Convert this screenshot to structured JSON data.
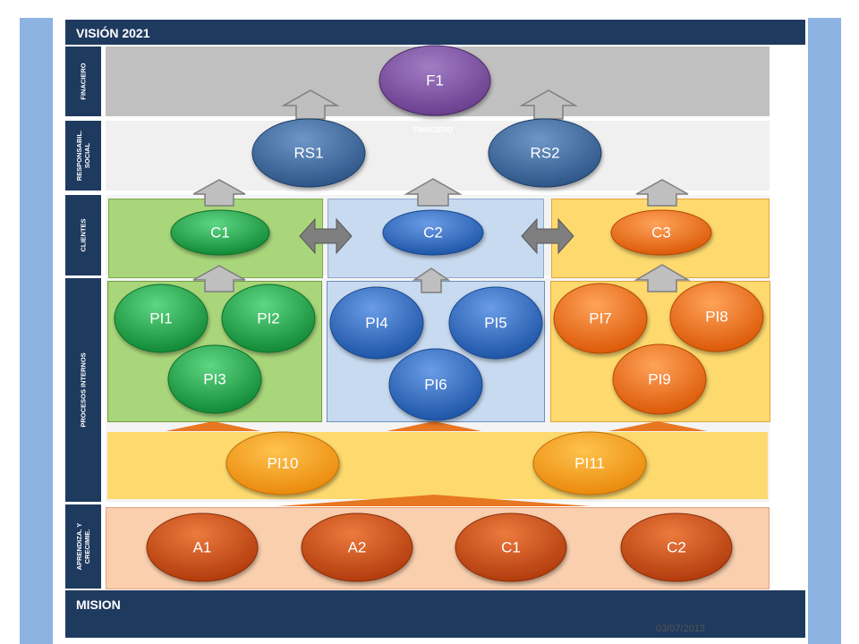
{
  "header": {
    "title": "VISIÓN  2021"
  },
  "footer": {
    "title": "MISION",
    "date": "03/07/2013"
  },
  "perspectives": {
    "financiero": "FINACIERO",
    "responsabilidad": "RESPONSABIL. SOCIAL",
    "clientes": "CLIENTES",
    "procesos": "PROCESOS  INTERNOS",
    "aprendizaje": "APRENDIZA. Y CRECIMIE."
  },
  "watermark": "FINACIERO",
  "nodes": {
    "F1": "F1",
    "RS1": "RS1",
    "RS2": "RS2",
    "C1": "C1",
    "C2": "C2",
    "C3": "C3",
    "PI1": "PI1",
    "PI2": "PI2",
    "PI3": "PI3",
    "PI4": "PI4",
    "PI5": "PI5",
    "PI6": "PI6",
    "PI7": "PI7",
    "PI8": "PI8",
    "PI9": "PI9",
    "PI10": "PI10",
    "PI11": "PI11",
    "A1": "A1",
    "A2": "A2",
    "AC1": "C1",
    "AC2": "C2"
  },
  "colors": {
    "navy": "#1f3a5f",
    "purple": "#7a4f9e",
    "steel_blue": "#3e6aa0",
    "green": "#1ea84a",
    "blue": "#2f6bc4",
    "orange": "#f0701a",
    "amber": "#f6a21a",
    "rust": "#cc4a12",
    "green_panel": "#a9d67a",
    "blue_panel": "#c8daf0",
    "yellow_panel": "#fdd96e",
    "peach_panel": "#f9cfae"
  }
}
